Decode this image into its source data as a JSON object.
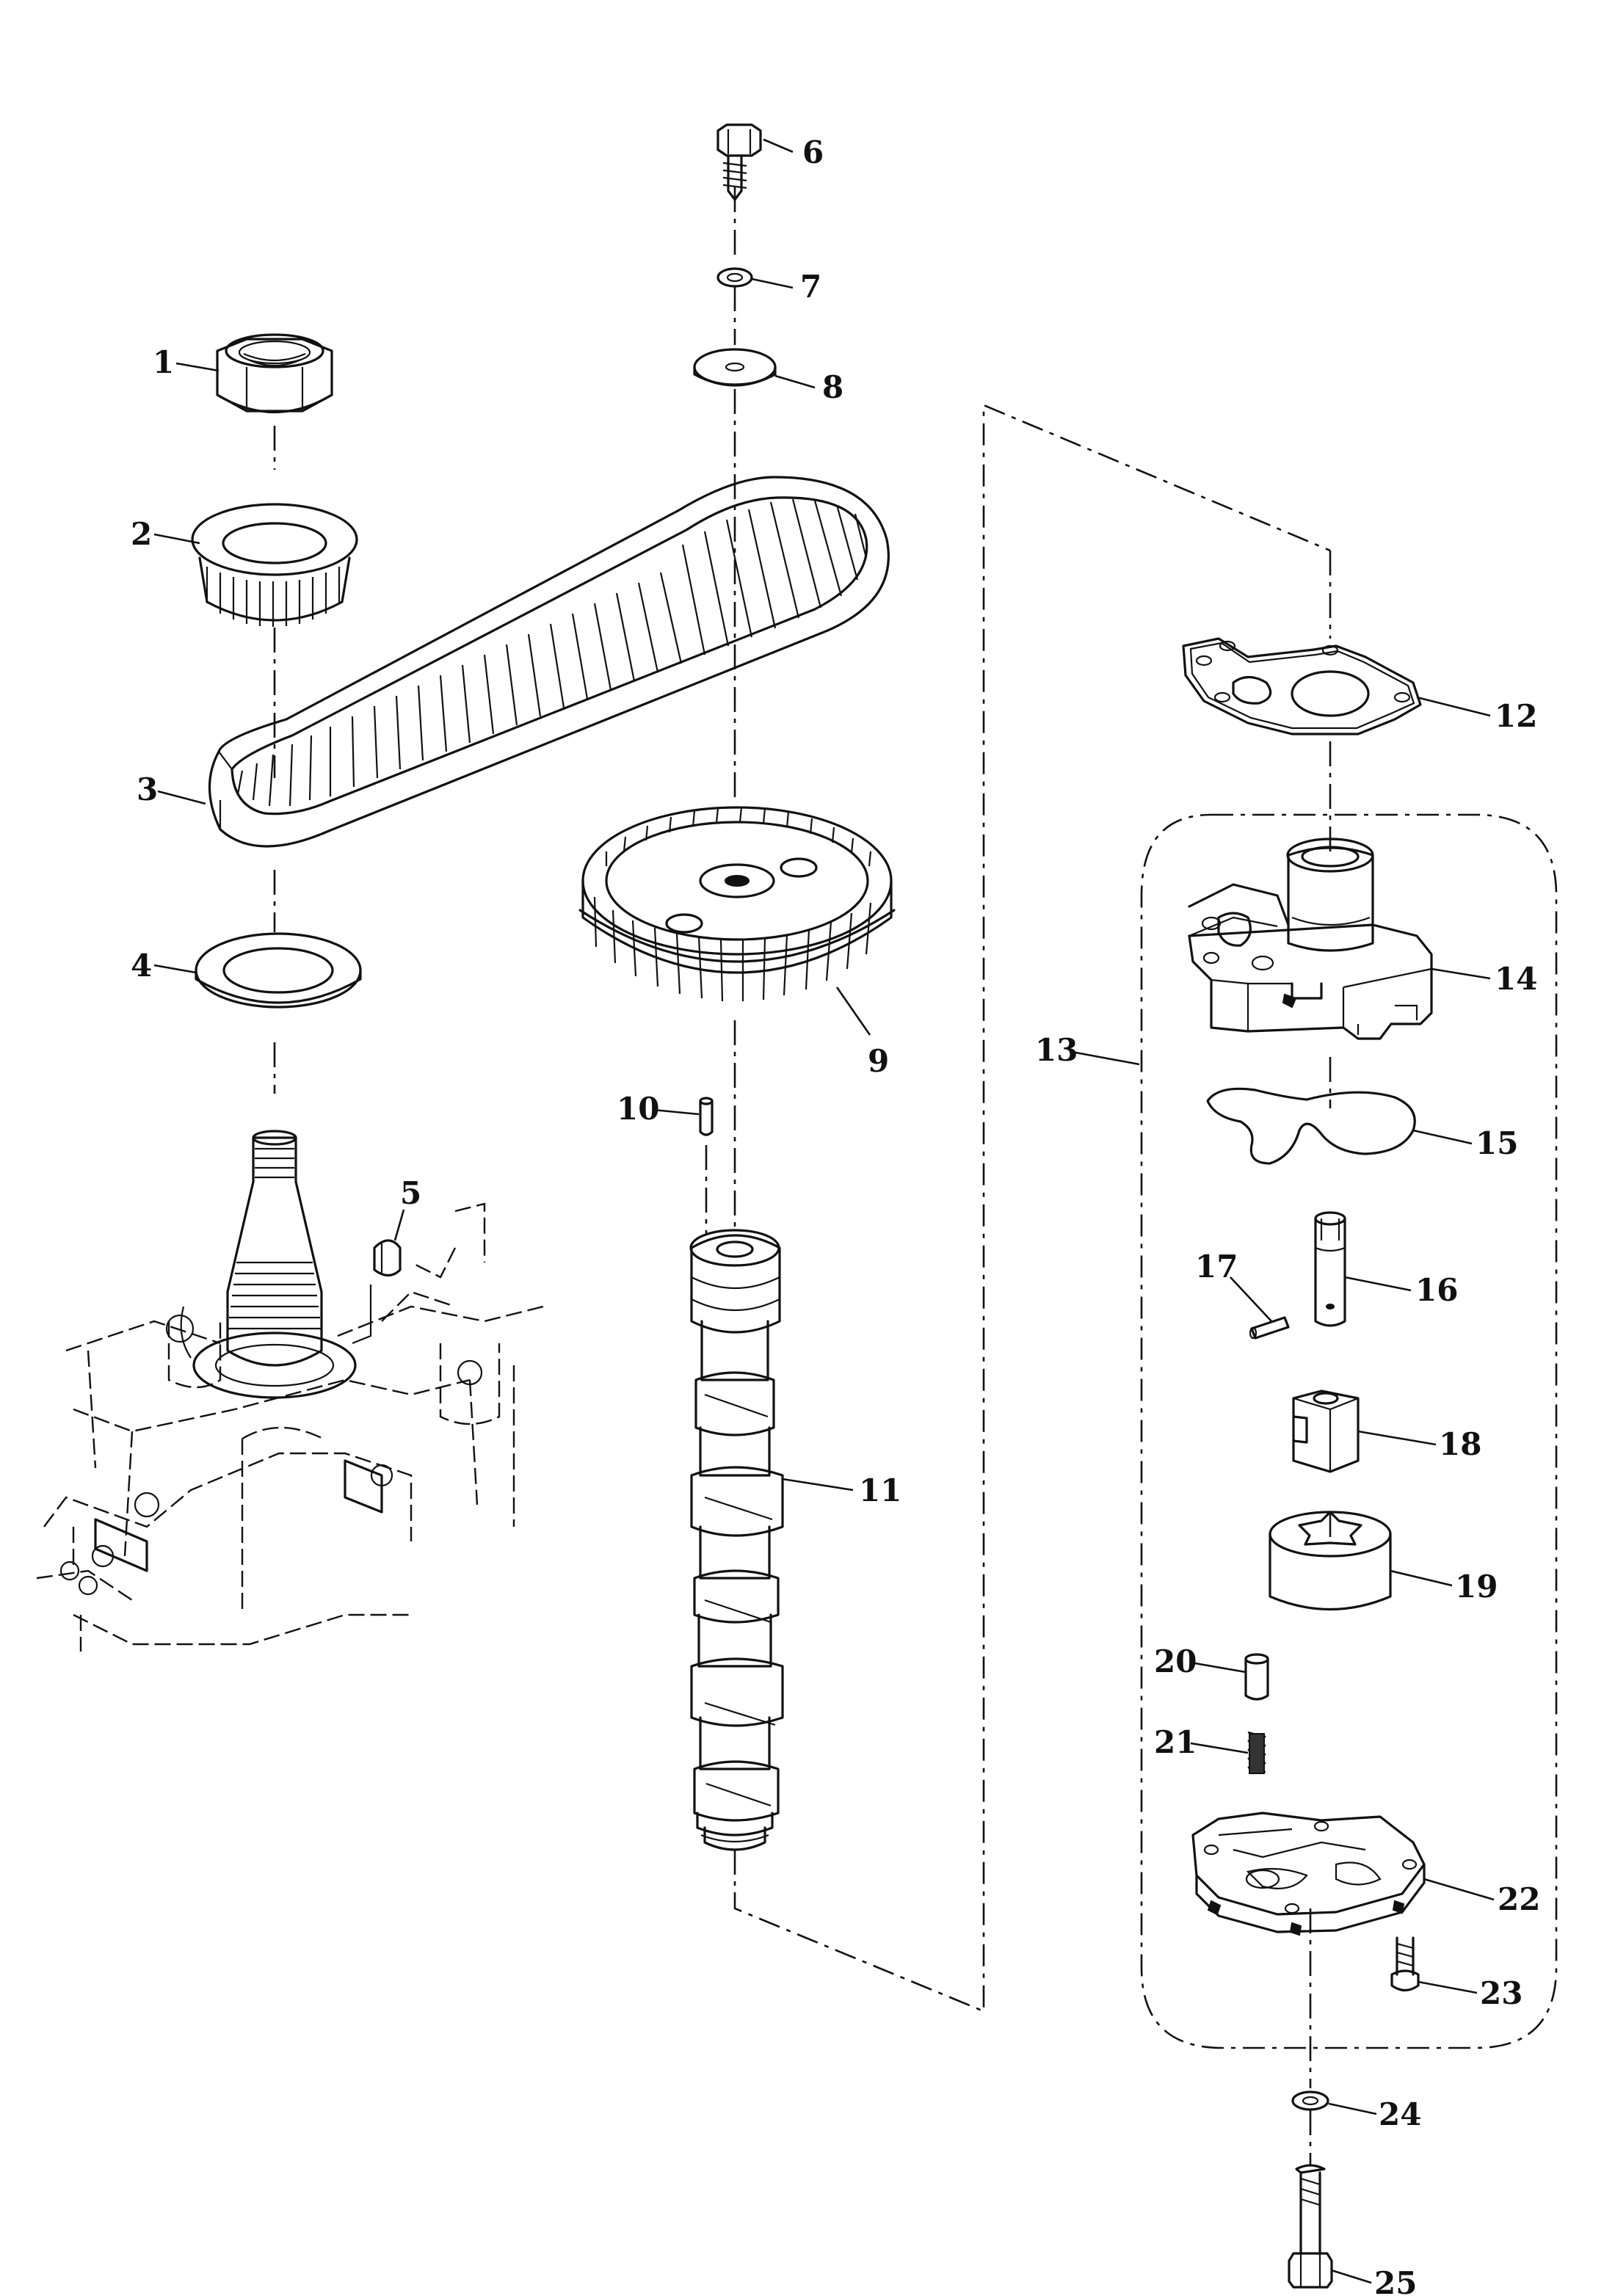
{
  "figure": {
    "type": "exploded-parts-diagram",
    "callouts": [
      {
        "label": "1",
        "part": "nut"
      },
      {
        "label": "2",
        "part": "drive pulley"
      },
      {
        "label": "3",
        "part": "timing belt"
      },
      {
        "label": "4",
        "part": "washer"
      },
      {
        "label": "5",
        "part": "key"
      },
      {
        "label": "6",
        "part": "bolt"
      },
      {
        "label": "7",
        "part": "washer"
      },
      {
        "label": "8",
        "part": "washer"
      },
      {
        "label": "9",
        "part": "driven pulley"
      },
      {
        "label": "10",
        "part": "pin"
      },
      {
        "label": "11",
        "part": "camshaft"
      },
      {
        "label": "12",
        "part": "gasket"
      },
      {
        "label": "13",
        "part": "oil pump assembly"
      },
      {
        "label": "14",
        "part": "pump housing"
      },
      {
        "label": "15",
        "part": "o-ring"
      },
      {
        "label": "16",
        "part": "shaft"
      },
      {
        "label": "17",
        "part": "pin"
      },
      {
        "label": "18",
        "part": "inner rotor"
      },
      {
        "label": "19",
        "part": "outer rotor"
      },
      {
        "label": "20",
        "part": "plunger"
      },
      {
        "label": "21",
        "part": "spring"
      },
      {
        "label": "22",
        "part": "pump cover"
      },
      {
        "label": "23",
        "part": "screw"
      },
      {
        "label": "24",
        "part": "washer"
      },
      {
        "label": "25",
        "part": "bolt"
      }
    ]
  }
}
